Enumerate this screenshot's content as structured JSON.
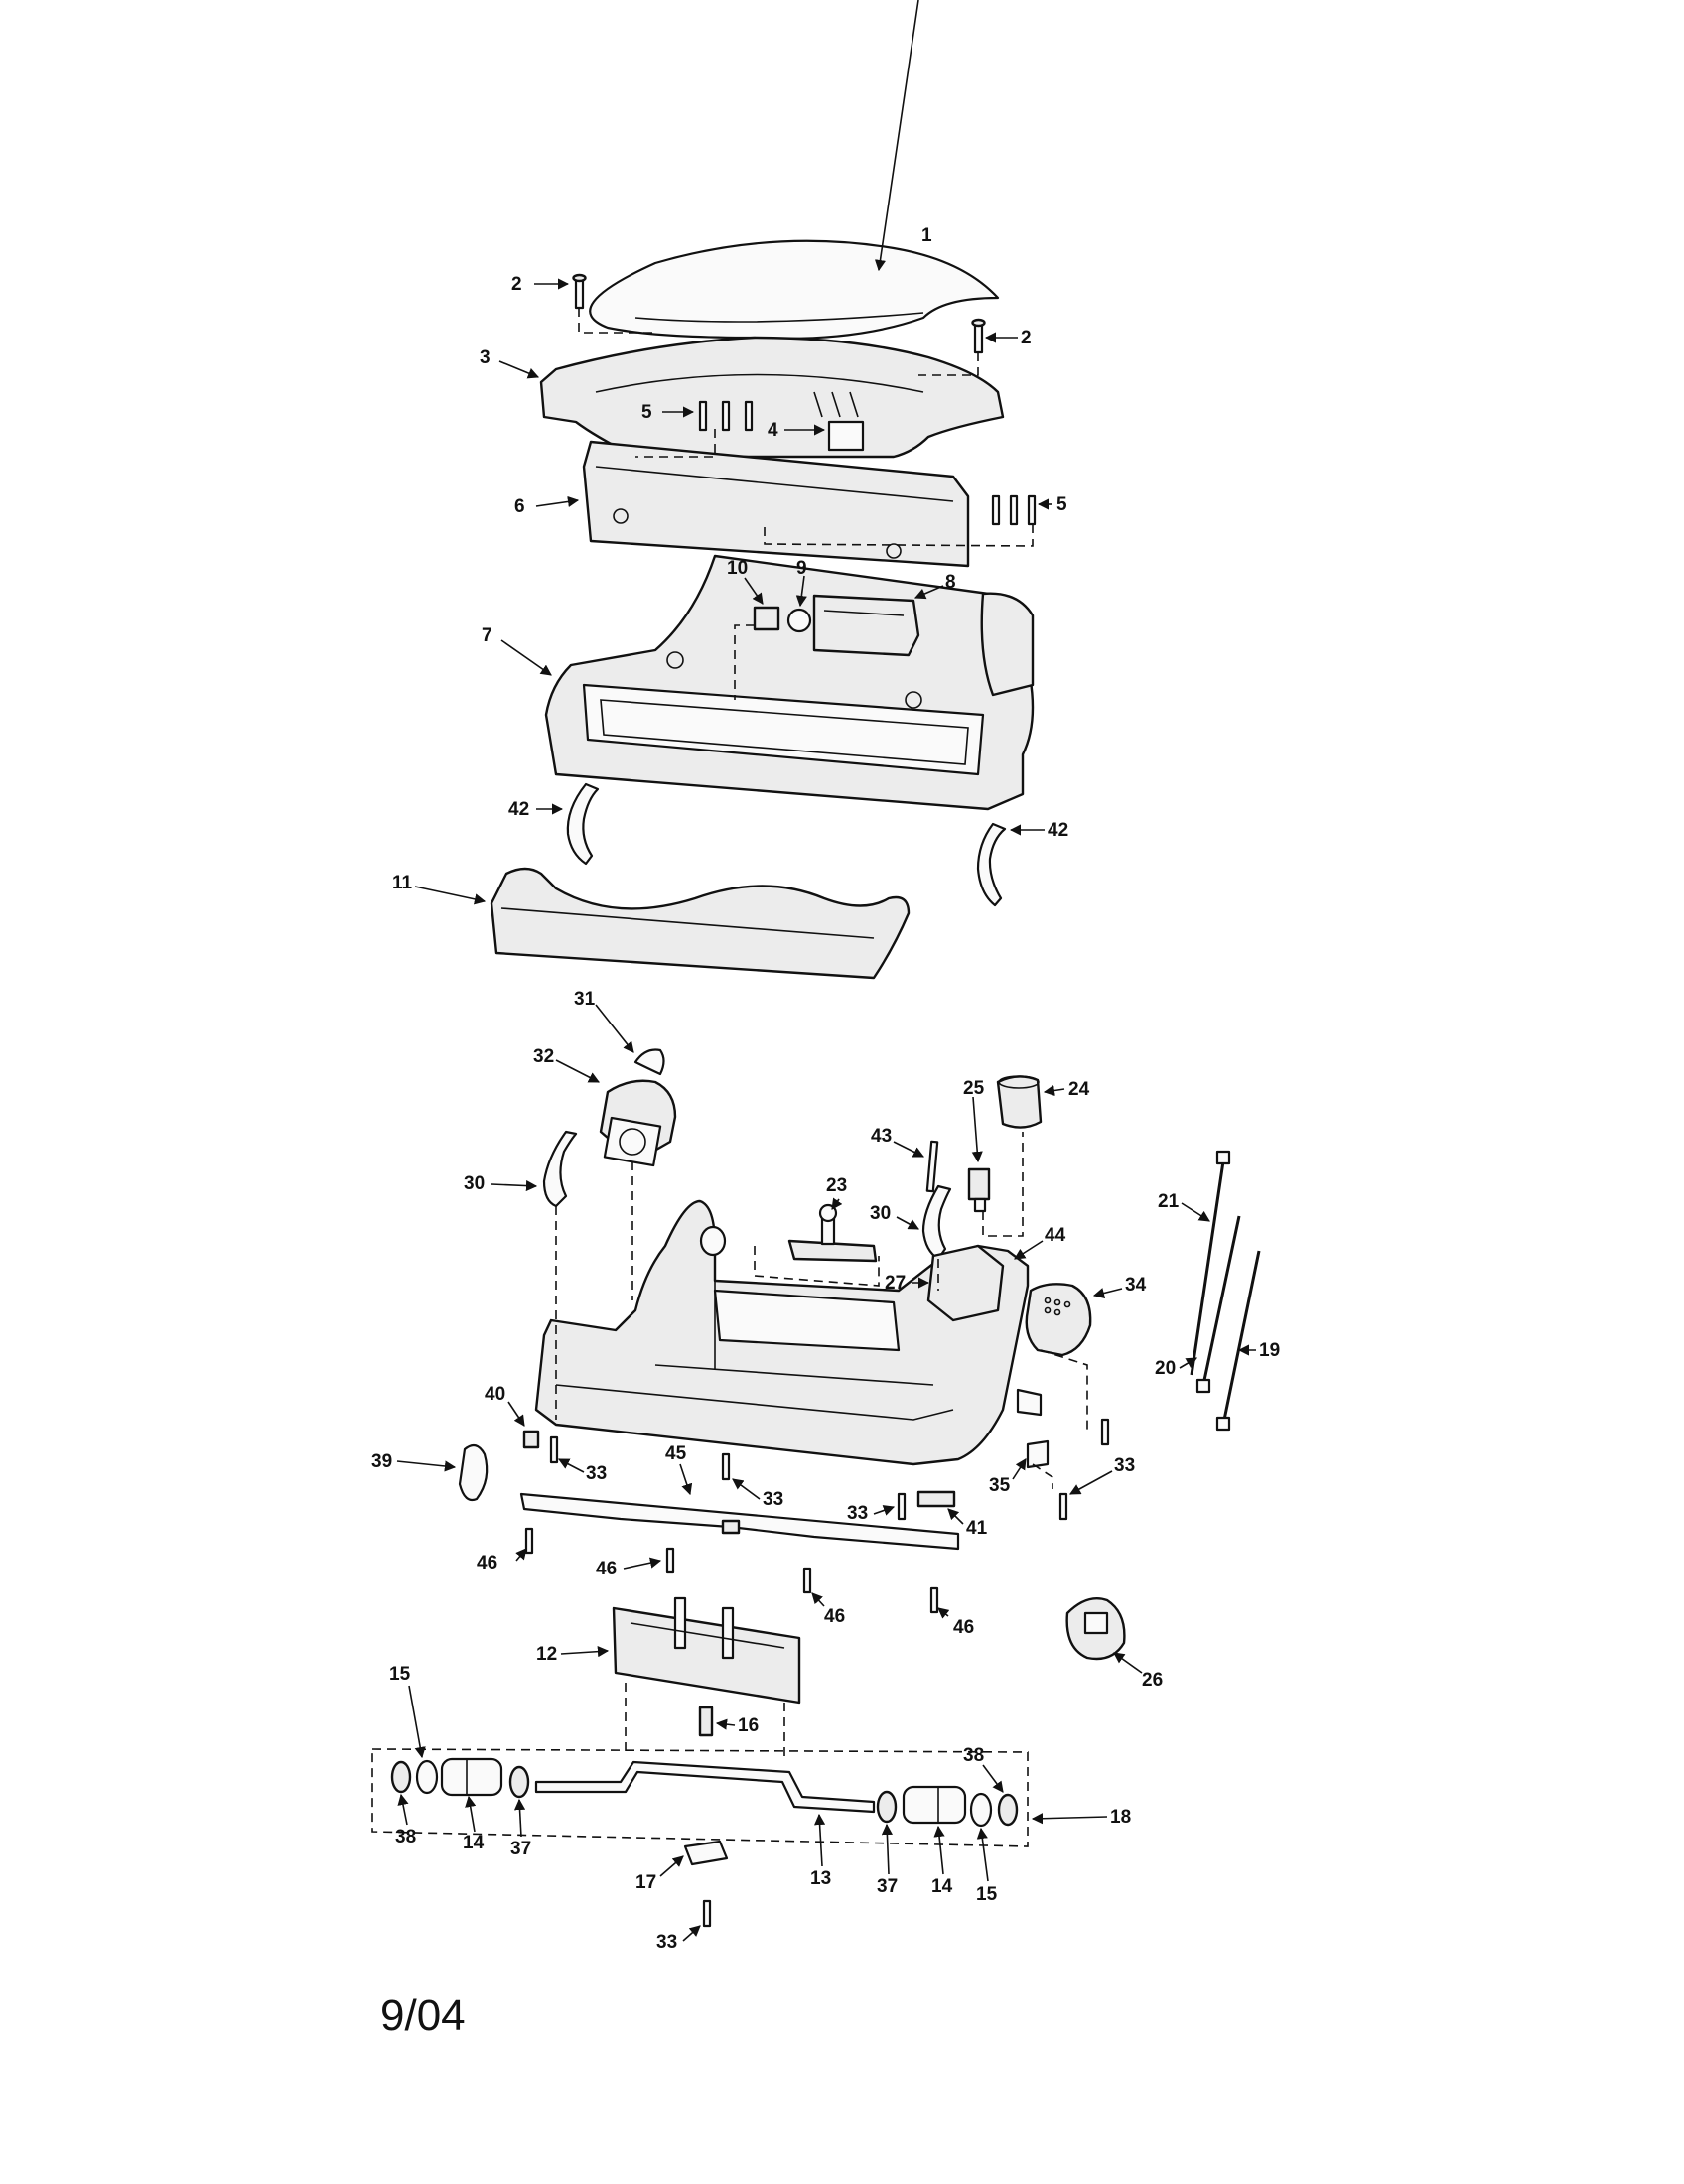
{
  "date_stamp": "9/04",
  "callouts": [
    {
      "id": "c1",
      "label": "1"
    },
    {
      "id": "c2a",
      "label": "2"
    },
    {
      "id": "c2b",
      "label": "2"
    },
    {
      "id": "c3",
      "label": "3"
    },
    {
      "id": "c4",
      "label": "4"
    },
    {
      "id": "c5a",
      "label": "5"
    },
    {
      "id": "c5b",
      "label": "5"
    },
    {
      "id": "c6",
      "label": "6"
    },
    {
      "id": "c7",
      "label": "7"
    },
    {
      "id": "c8",
      "label": "8"
    },
    {
      "id": "c9",
      "label": "9"
    },
    {
      "id": "c10",
      "label": "10"
    },
    {
      "id": "c11",
      "label": "11"
    },
    {
      "id": "c42a",
      "label": "42"
    },
    {
      "id": "c42b",
      "label": "42"
    },
    {
      "id": "c31",
      "label": "31"
    },
    {
      "id": "c32",
      "label": "32"
    },
    {
      "id": "c25",
      "label": "25"
    },
    {
      "id": "c24",
      "label": "24"
    },
    {
      "id": "c43",
      "label": "43"
    },
    {
      "id": "c23",
      "label": "23"
    },
    {
      "id": "c30a",
      "label": "30"
    },
    {
      "id": "c30b",
      "label": "30"
    },
    {
      "id": "c21",
      "label": "21"
    },
    {
      "id": "c44",
      "label": "44"
    },
    {
      "id": "c27",
      "label": "27"
    },
    {
      "id": "c34",
      "label": "34"
    },
    {
      "id": "c20",
      "label": "20"
    },
    {
      "id": "c19",
      "label": "19"
    },
    {
      "id": "c40",
      "label": "40"
    },
    {
      "id": "c39",
      "label": "39"
    },
    {
      "id": "c33a",
      "label": "33"
    },
    {
      "id": "c45",
      "label": "45"
    },
    {
      "id": "c33b",
      "label": "33"
    },
    {
      "id": "c33c",
      "label": "33"
    },
    {
      "id": "c41",
      "label": "41"
    },
    {
      "id": "c35",
      "label": "35"
    },
    {
      "id": "c33d",
      "label": "33"
    },
    {
      "id": "c46a",
      "label": "46"
    },
    {
      "id": "c46b",
      "label": "46"
    },
    {
      "id": "c46c",
      "label": "46"
    },
    {
      "id": "c46d",
      "label": "46"
    },
    {
      "id": "c26",
      "label": "26"
    },
    {
      "id": "c12",
      "label": "12"
    },
    {
      "id": "c16",
      "label": "16"
    },
    {
      "id": "c15a",
      "label": "15"
    },
    {
      "id": "c38a",
      "label": "38"
    },
    {
      "id": "c14a",
      "label": "14"
    },
    {
      "id": "c37a",
      "label": "37"
    },
    {
      "id": "c38b",
      "label": "38"
    },
    {
      "id": "c18",
      "label": "18"
    },
    {
      "id": "c13",
      "label": "13"
    },
    {
      "id": "c37b",
      "label": "37"
    },
    {
      "id": "c14b",
      "label": "14"
    },
    {
      "id": "c15b",
      "label": "15"
    },
    {
      "id": "c17",
      "label": "17"
    },
    {
      "id": "c33e",
      "label": "33"
    }
  ]
}
